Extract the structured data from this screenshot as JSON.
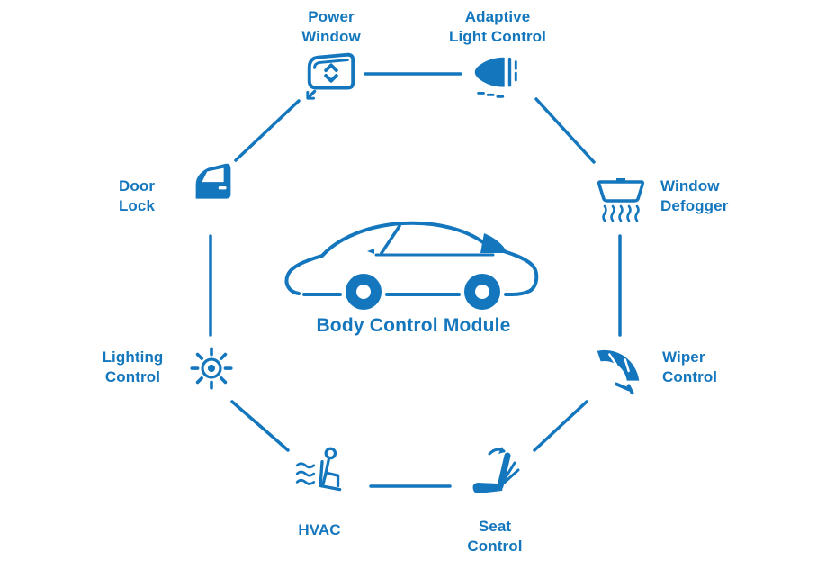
{
  "diagram": {
    "title": "Body Control Module",
    "accent_color": "#1477bd",
    "nodes": [
      {
        "id": "power-window",
        "label": "Power\nWindow"
      },
      {
        "id": "adaptive-light-control",
        "label": "Adaptive\nLight Control"
      },
      {
        "id": "window-defogger",
        "label": "Window\nDefogger"
      },
      {
        "id": "wiper-control",
        "label": "Wiper\nControl"
      },
      {
        "id": "seat-control",
        "label": "Seat\nControl"
      },
      {
        "id": "hvac",
        "label": "HVAC"
      },
      {
        "id": "lighting-control",
        "label": "Lighting\nControl"
      },
      {
        "id": "door-lock",
        "label": "Door\nLock"
      }
    ]
  }
}
